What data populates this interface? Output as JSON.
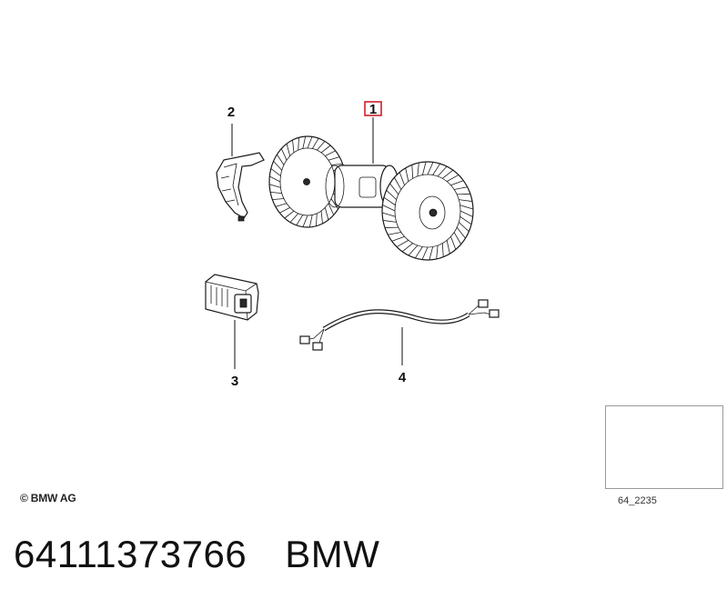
{
  "diagram": {
    "callouts": [
      {
        "id": "1",
        "label": "1",
        "highlighted": true
      },
      {
        "id": "2",
        "label": "2",
        "highlighted": false
      },
      {
        "id": "3",
        "label": "3",
        "highlighted": false
      },
      {
        "id": "4",
        "label": "4",
        "highlighted": false
      }
    ],
    "highlight_color": "#d0202a",
    "icons": [
      "blower-motor-icon",
      "bracket-icon",
      "resistor-connector-icon",
      "wiring-harness-icon",
      "car-locator-icon"
    ]
  },
  "footer": {
    "copyright": "© BMW AG",
    "locator_code": "64_2235"
  },
  "caption": {
    "part_number": "64111373766",
    "brand": "BMW"
  }
}
